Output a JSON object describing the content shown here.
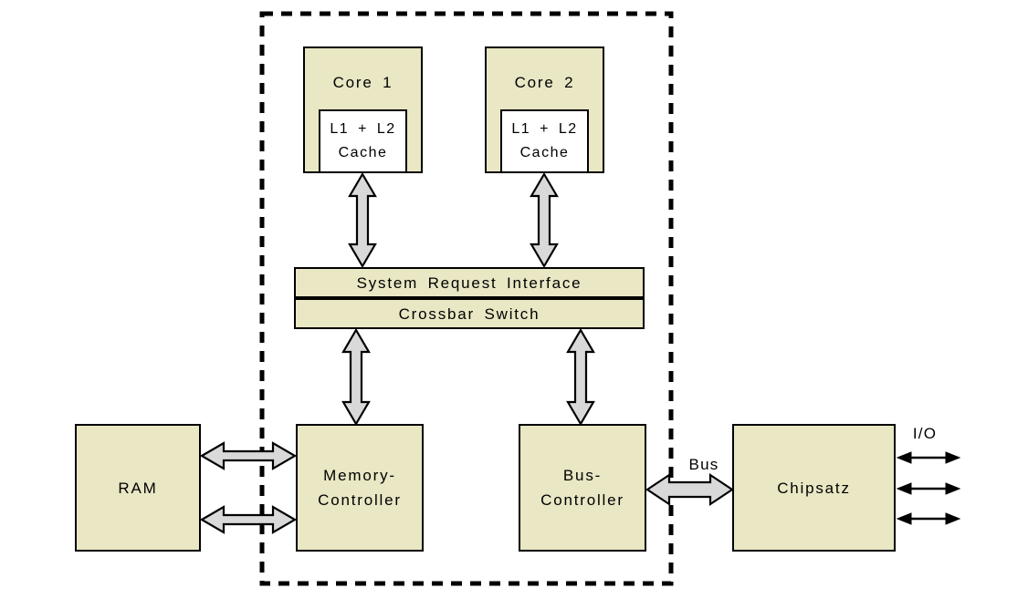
{
  "colors": {
    "bg": "#ffffff",
    "box-fill": "#e9e7c4",
    "arrow-fill": "#d9d9d9",
    "line": "#000000",
    "text": "#000000"
  },
  "nodes": {
    "core1": {
      "label": "Core 1"
    },
    "core2": {
      "label": "Core 2"
    },
    "cache1": {
      "line1": "L1 + L2",
      "line2": "Cache"
    },
    "cache2": {
      "line1": "L1 + L2",
      "line2": "Cache"
    },
    "system_request_interface": {
      "label": "System Request Interface"
    },
    "crossbar_switch": {
      "label": "Crossbar Switch"
    },
    "ram": {
      "label": "RAM"
    },
    "memory_controller": {
      "line1": "Memory-",
      "line2": "Controller"
    },
    "bus_controller": {
      "line1": "Bus-",
      "line2": "Controller"
    },
    "chipset": {
      "label": "Chipsatz"
    }
  },
  "labels": {
    "bus": "Bus",
    "io": "I/O"
  },
  "edges": [
    {
      "from": "cache1",
      "to": "system_request_interface",
      "type": "bidirectional-block-arrow"
    },
    {
      "from": "cache2",
      "to": "system_request_interface",
      "type": "bidirectional-block-arrow"
    },
    {
      "from": "crossbar_switch",
      "to": "memory_controller",
      "type": "bidirectional-block-arrow"
    },
    {
      "from": "crossbar_switch",
      "to": "bus_controller",
      "type": "bidirectional-block-arrow"
    },
    {
      "from": "ram",
      "to": "memory_controller",
      "type": "bidirectional-block-arrow"
    },
    {
      "from": "ram",
      "to": "memory_controller",
      "type": "bidirectional-block-arrow"
    },
    {
      "from": "bus_controller",
      "to": "chipset",
      "type": "bidirectional-block-arrow",
      "label": "Bus"
    },
    {
      "from": "chipset",
      "to": "io",
      "type": "thin-bidirectional-arrow",
      "count": 3,
      "label": "I/O"
    }
  ],
  "boundary": {
    "encloses": [
      "core1",
      "core2",
      "system_request_interface",
      "crossbar_switch",
      "memory_controller",
      "bus_controller"
    ],
    "style": "dashed"
  }
}
